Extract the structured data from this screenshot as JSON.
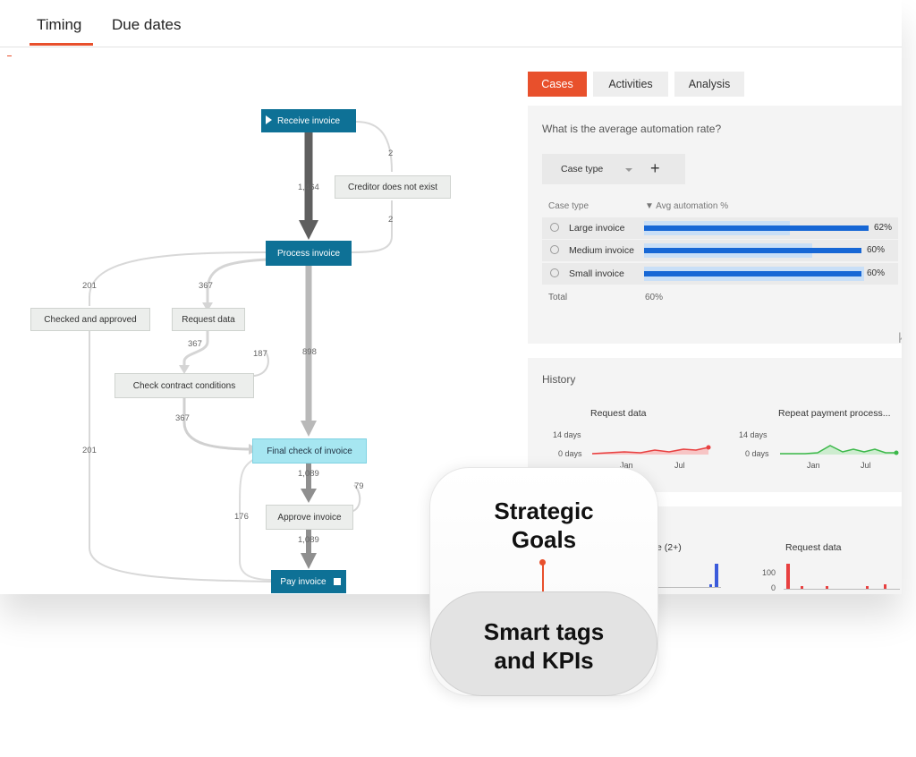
{
  "tabs": [
    {
      "label": "Timing"
    },
    {
      "label": "Due dates"
    }
  ],
  "process_map": {
    "nodes": {
      "receive": "Receive invoice",
      "creditor": "Creditor does not exist",
      "process": "Process invoice",
      "checked": "Checked and approved",
      "request": "Request data",
      "contract": "Check contract conditions",
      "final": "Final check of invoice",
      "approve": "Approve invoice",
      "pay": "Pay invoice"
    },
    "edges": {
      "receive_creditor": "2",
      "receive_process": "1,464",
      "creditor_process": "2",
      "process_checked": "201",
      "process_request": "367",
      "request_contract": "367",
      "contract_loop": "187",
      "contract_final": "367",
      "process_final": "898",
      "checked_pay": "201",
      "final_approve": "1,089",
      "approve_loop": "79",
      "final_pay": "176",
      "approve_pay": "1,089"
    }
  },
  "panel": {
    "tabs": [
      {
        "label": "Cases"
      },
      {
        "label": "Activities"
      },
      {
        "label": "Analysis"
      }
    ],
    "question": "What is the average automation rate?",
    "case_type_button": "Case type",
    "table": {
      "col1": "Case type",
      "col2": "▼ Avg automation %",
      "rows": [
        {
          "label": "Large invoice",
          "value": 62,
          "display": "62%"
        },
        {
          "label": "Medium invoice",
          "value": 60,
          "display": "60%"
        },
        {
          "label": "Small invoice",
          "value": 60,
          "display": "60%"
        }
      ],
      "total_label": "Total",
      "total_value": "60%"
    },
    "history": {
      "title": "History",
      "charts": [
        {
          "title": "Request data",
          "y_ticks": [
            "14 days",
            "0 days"
          ],
          "x_ticks": [
            "Jan",
            "Jul"
          ],
          "color": "#e84040"
        },
        {
          "title": "Repeat payment process...",
          "y_ticks": [
            "14 days",
            "0 days"
          ],
          "x_ticks": [
            "Jan",
            "Jul"
          ],
          "color": "#3cb84a"
        }
      ]
    },
    "lower": {
      "chart1_title_fragment": "e (2+)",
      "chart2_title": "Request data",
      "chart2_y_ticks": [
        "100",
        "0"
      ]
    },
    "edge_glyph": "k"
  },
  "overlay": {
    "top_line1": "Strategic",
    "top_line2": "Goals",
    "bottom_line1": "Smart tags",
    "bottom_line2": "and KPIs"
  },
  "colors": {
    "accent": "#e8502c",
    "node_dark": "#0e7196",
    "node_cyan": "#a6e6f1",
    "bar": "#1767d5"
  },
  "icons": [
    "play-icon",
    "stop-icon",
    "chevron-down-icon",
    "plus-icon",
    "magnifier-icon",
    "arrow-down-icon"
  ]
}
